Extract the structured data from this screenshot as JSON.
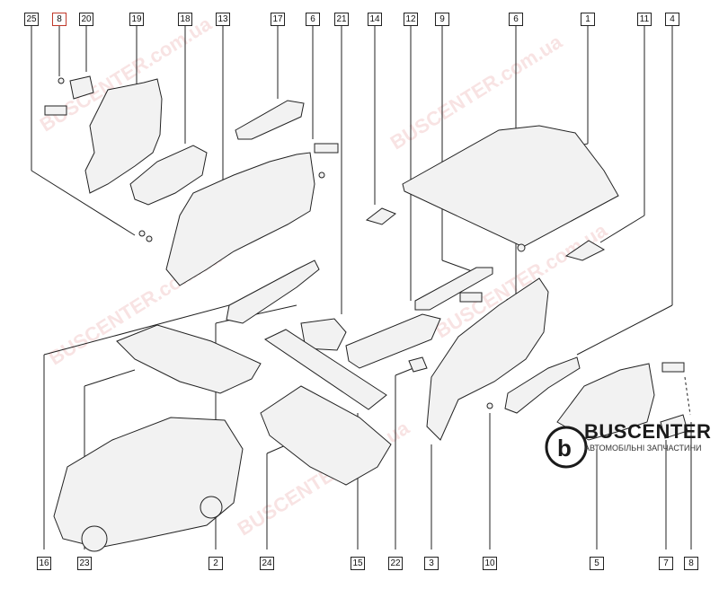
{
  "callouts": {
    "c25": "25",
    "c8a": "8",
    "c20": "20",
    "c19": "19",
    "c18": "18",
    "c13": "13",
    "c17": "17",
    "c6a": "6",
    "c21": "21",
    "c14": "14",
    "c12": "12",
    "c9": "9",
    "c6b": "6",
    "c1": "1",
    "c11": "11",
    "c4": "4",
    "c16": "16",
    "c23": "23",
    "c2": "2",
    "c24": "24",
    "c15": "15",
    "c22": "22",
    "c3": "3",
    "c10": "10",
    "c5": "5",
    "c7": "7",
    "c8b": "8"
  },
  "logo": {
    "name": "BUSCENTER",
    "subtitle": "АВТОМОБІЛЬНІ ЗАПЧАСТИНИ",
    "watermark_main": "BUSCENTER",
    "watermark_site": ".com.ua"
  },
  "colors": {
    "line": "#222222",
    "highlight": "#c0392b",
    "watermark": "#e08080"
  }
}
